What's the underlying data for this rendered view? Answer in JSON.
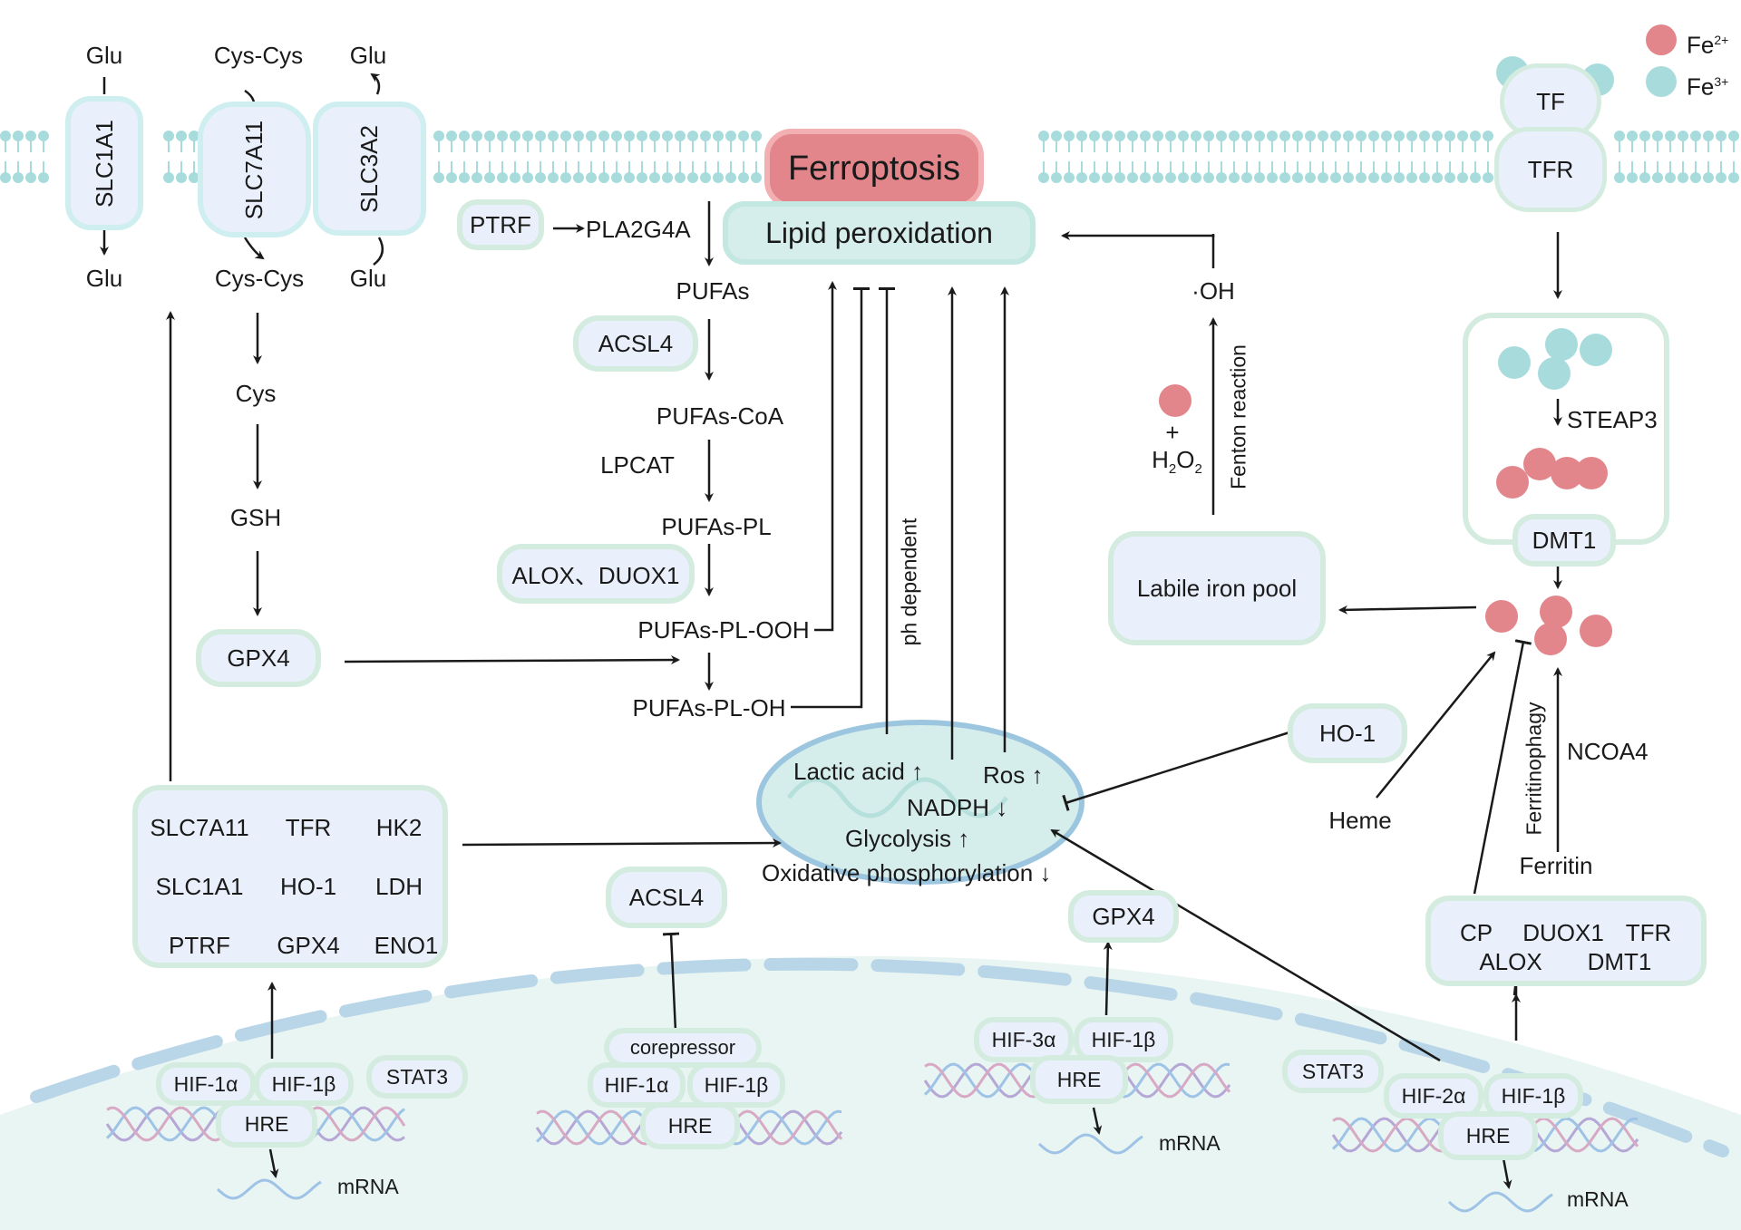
{
  "legend": {
    "fe2": "Fe",
    "fe2_sup": "2+",
    "fe3": "Fe",
    "fe3_sup": "3+",
    "fe2_color": "#e2868c",
    "fe3_color": "#a8dcdc"
  },
  "transporters": {
    "slc1a1": "SLC1A1",
    "slc7a11": "SLC7A11",
    "slc3a2": "SLC3A2",
    "glu_top_left": "Glu",
    "cyscys_top": "Cys-Cys",
    "glu_top_right": "Glu",
    "glu_bottom_left": "Glu",
    "cyscys_bottom": "Cys-Cys",
    "glu_bottom_right": "Glu"
  },
  "gsh_pathway": {
    "cys": "Cys",
    "gsh": "GSH",
    "gpx4": "GPX4"
  },
  "center": {
    "ferroptosis": "Ferroptosis",
    "lipid_peroxidation": "Lipid peroxidation",
    "ptrf": "PTRF",
    "pla2g4a": "PLA2G4A",
    "pufas": "PUFAs",
    "acsl4": "ACSL4",
    "pufas_coa": "PUFAs-CoA",
    "lpcat": "LPCAT",
    "pufas_pl": "PUFAs-PL",
    "alox_duox1": "ALOX、DUOX1",
    "pufas_pl_ooh": "PUFAs-PL-OOH",
    "pufas_pl_oh": "PUFAs-PL-OH",
    "ph_dependent": "ph dependent"
  },
  "mitochondria": {
    "lactic_acid": "Lactic acid ↑",
    "ros": "Ros ↑",
    "nadph": "NADPH ↓",
    "glycolysis": "Glycolysis ↑",
    "oxphos": "Oxidative phosphorylation ↓"
  },
  "fenton": {
    "oh": "·OH",
    "fenton_reaction": "Fenton reaction",
    "plus": "+",
    "h2o2_h": "H",
    "h2o2_sub": "2",
    "h2o2_o": "O",
    "h2o2_sub2": "2",
    "labile_iron_pool": "Labile iron pool"
  },
  "iron_uptake": {
    "tf": "TF",
    "tfr": "TFR",
    "steap3": "STEAP3",
    "dmt1": "DMT1",
    "ho1": "HO-1",
    "heme": "Heme",
    "ferritinophagy": "Ferritinophagy",
    "ncoa4": "NCOA4",
    "ferritin": "Ferritin"
  },
  "target_genes_left": {
    "items": [
      "SLC7A11",
      "TFR",
      "HK2",
      "SLC1A1",
      "HO-1",
      "LDH",
      "PTRF",
      "GPX4",
      "ENO1"
    ]
  },
  "target_genes_right": {
    "items": [
      "CP",
      "DUOX1",
      "TFR",
      "ALOX",
      "DMT1"
    ]
  },
  "nucleus": {
    "group1": {
      "a": "HIF-1α",
      "b": "HIF-1β",
      "hre": "HRE",
      "stat3": "STAT3",
      "mrna": "mRNA"
    },
    "group2": {
      "corepressor": "corepressor",
      "a": "HIF-1α",
      "b": "HIF-1β",
      "hre": "HRE",
      "acsl4": "ACSL4"
    },
    "group3": {
      "a": "HIF-3α",
      "b": "HIF-1β",
      "hre": "HRE",
      "gpx4": "GPX4",
      "mrna": "mRNA"
    },
    "group4": {
      "stat3": "STAT3",
      "a": "HIF-2α",
      "b": "HIF-1β",
      "hre": "HRE",
      "mrna": "mRNA"
    }
  }
}
